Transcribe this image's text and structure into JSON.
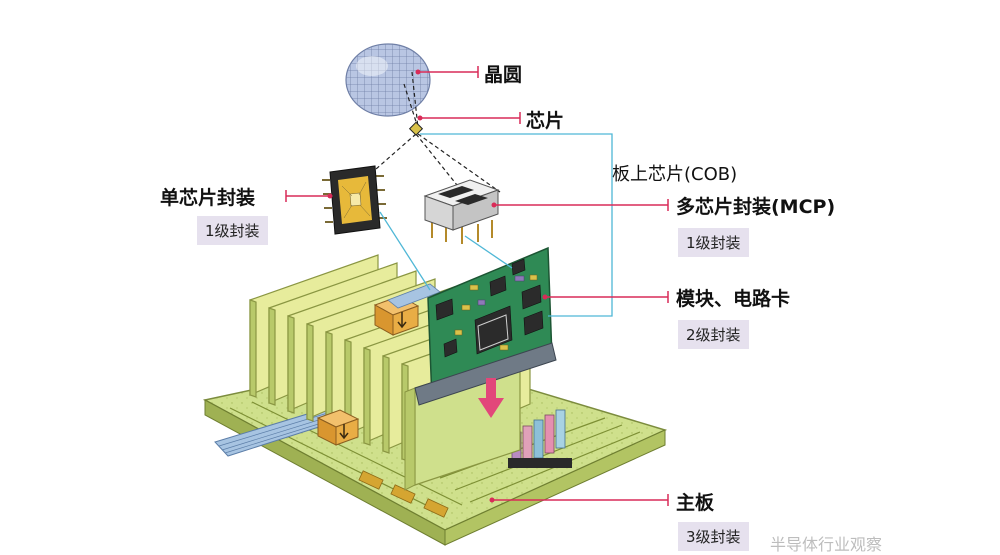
{
  "labels": {
    "wafer": "晶圆",
    "chip": "芯片",
    "cob": "板上芯片(COB)",
    "single_chip_package": "单芯片封装",
    "multi_chip_package": "多芯片封装(MCP)",
    "module_card": "模块、电路卡",
    "motherboard": "主板"
  },
  "levels": {
    "level1_single": "1级封装",
    "level1_multi": "1级封装",
    "level2": "2级封装",
    "level3": "3级封装"
  },
  "watermark": "半导体行业观察",
  "colors": {
    "leader_red": "#d92b58",
    "cob_line": "#4fb7d6",
    "badge_bg": "#e6e1ee",
    "board_green": "#c9dd84",
    "card_green": "#2f8a55",
    "fin_yellow": "#e7ec9c",
    "arrow_pink": "#e2477a"
  }
}
